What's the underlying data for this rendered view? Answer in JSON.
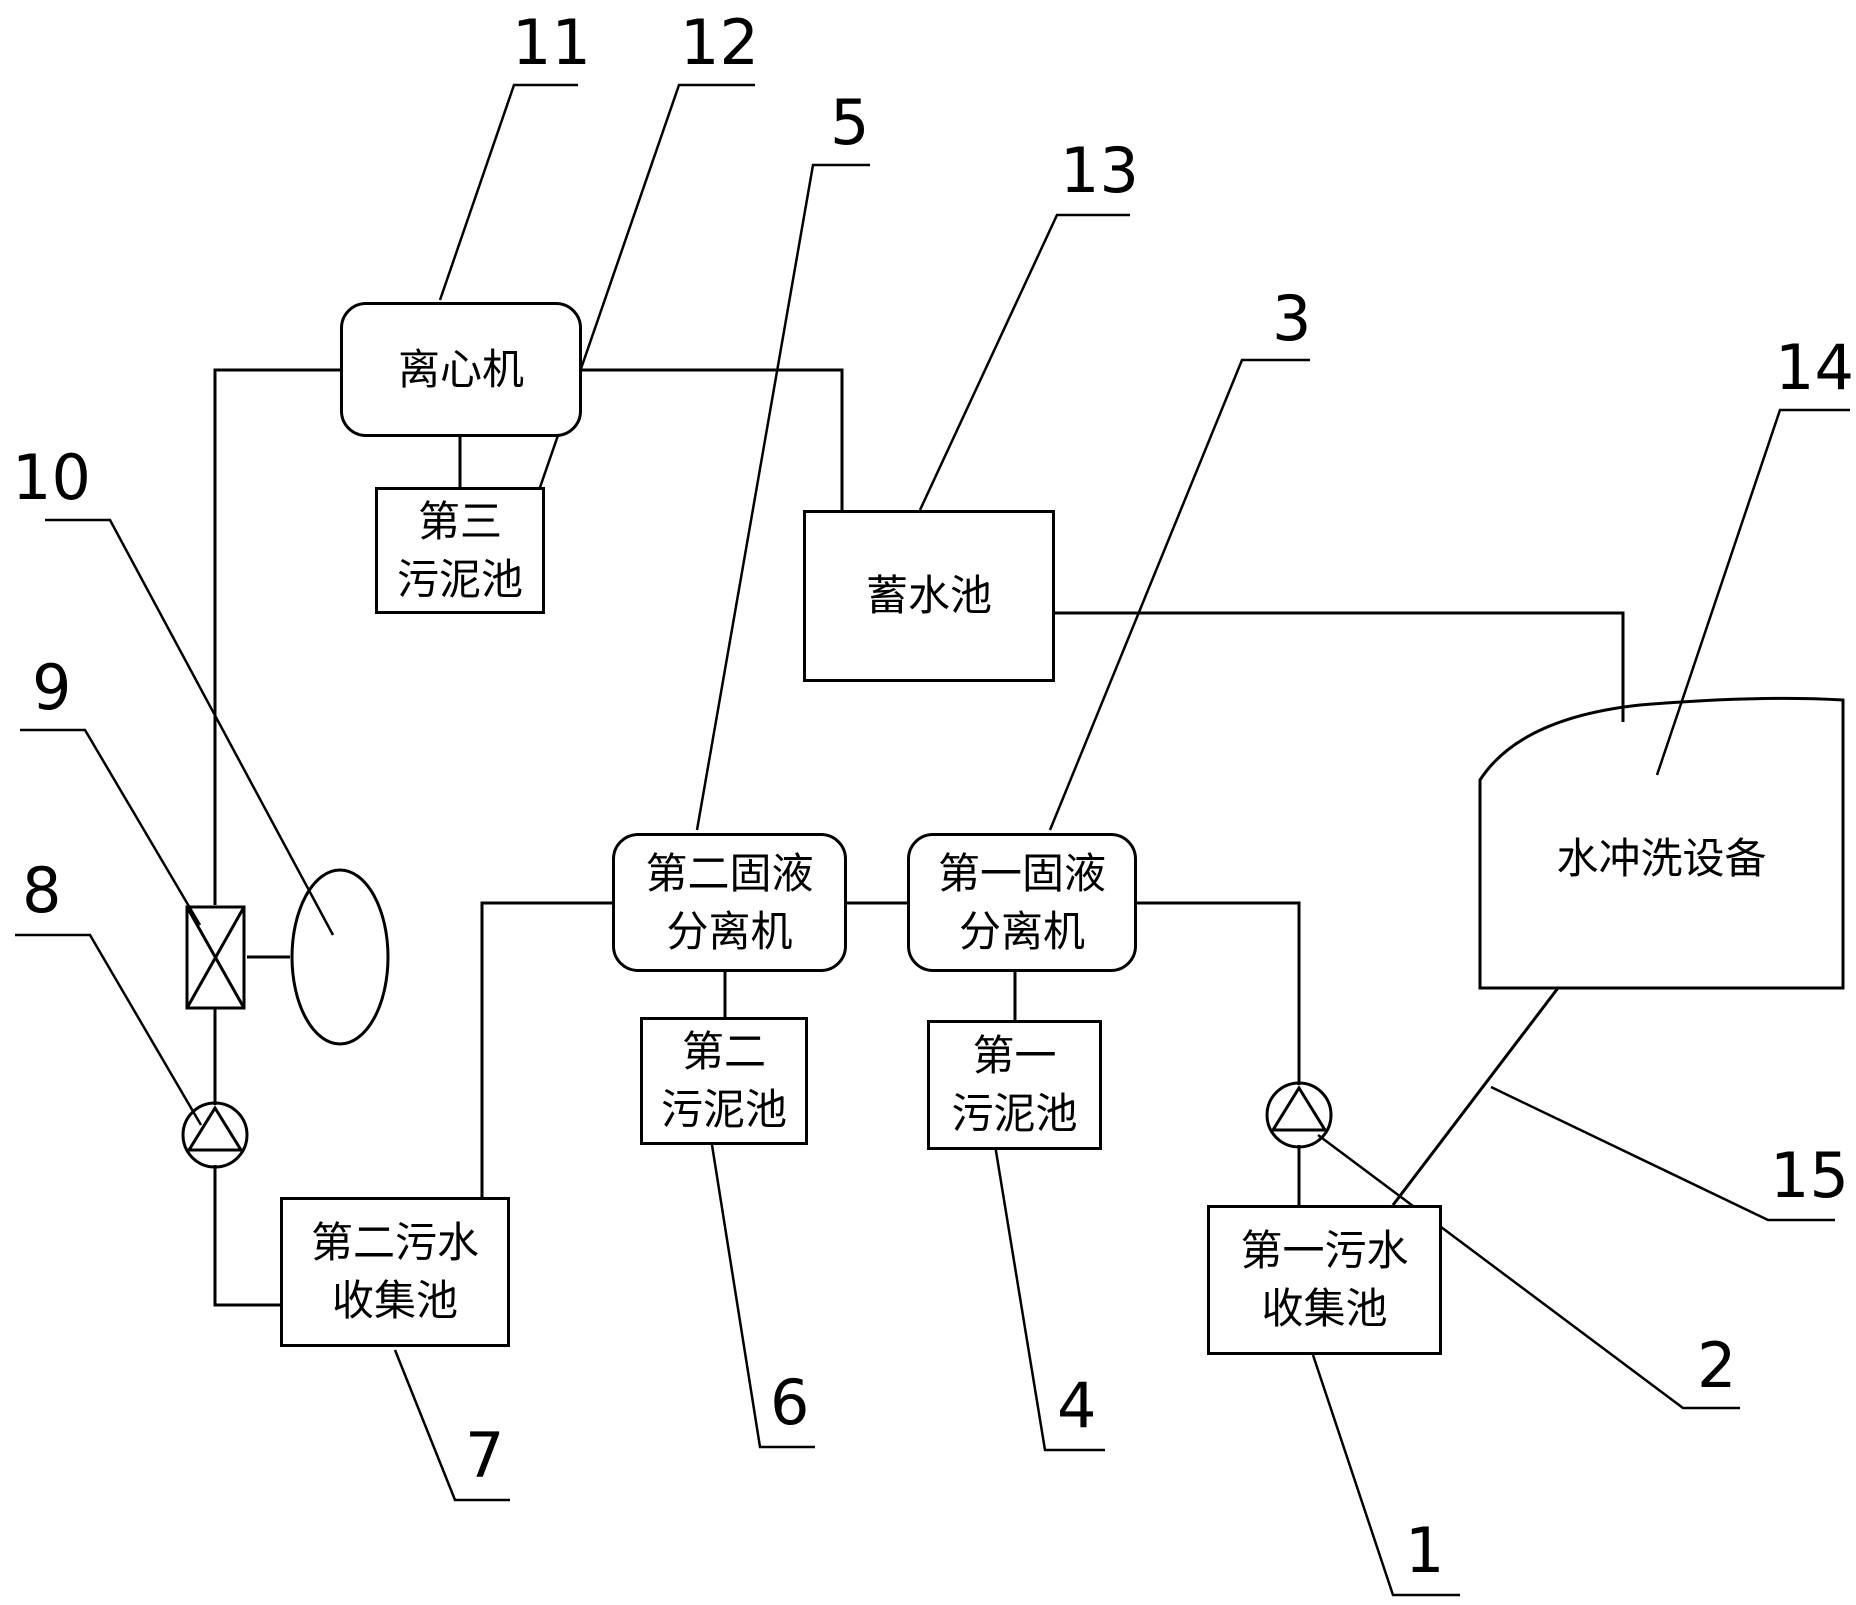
{
  "components": {
    "centrifuge": "离心机",
    "sludge_tank_3": "第三\n污泥池",
    "reservoir": "蓄水池",
    "washing_equipment": "水冲洗设备",
    "separator_2": "第二固液\n分离机",
    "separator_1": "第一固液\n分离机",
    "sludge_tank_2": "第二\n污泥池",
    "sludge_tank_1": "第一\n污泥池",
    "sewage_tank_2": "第二污水\n收集池",
    "sewage_tank_1": "第一污水\n收集池"
  },
  "callouts": {
    "n1": "1",
    "n2": "2",
    "n3": "3",
    "n4": "4",
    "n5": "5",
    "n6": "6",
    "n7": "7",
    "n8": "8",
    "n9": "9",
    "n10": "10",
    "n11": "11",
    "n12": "12",
    "n13": "13",
    "n14": "14",
    "n15": "15"
  },
  "icons": {
    "pump_1": "pump-icon",
    "pump_2": "pump-icon",
    "valve": "valve-icon",
    "tank": "tank-icon"
  }
}
